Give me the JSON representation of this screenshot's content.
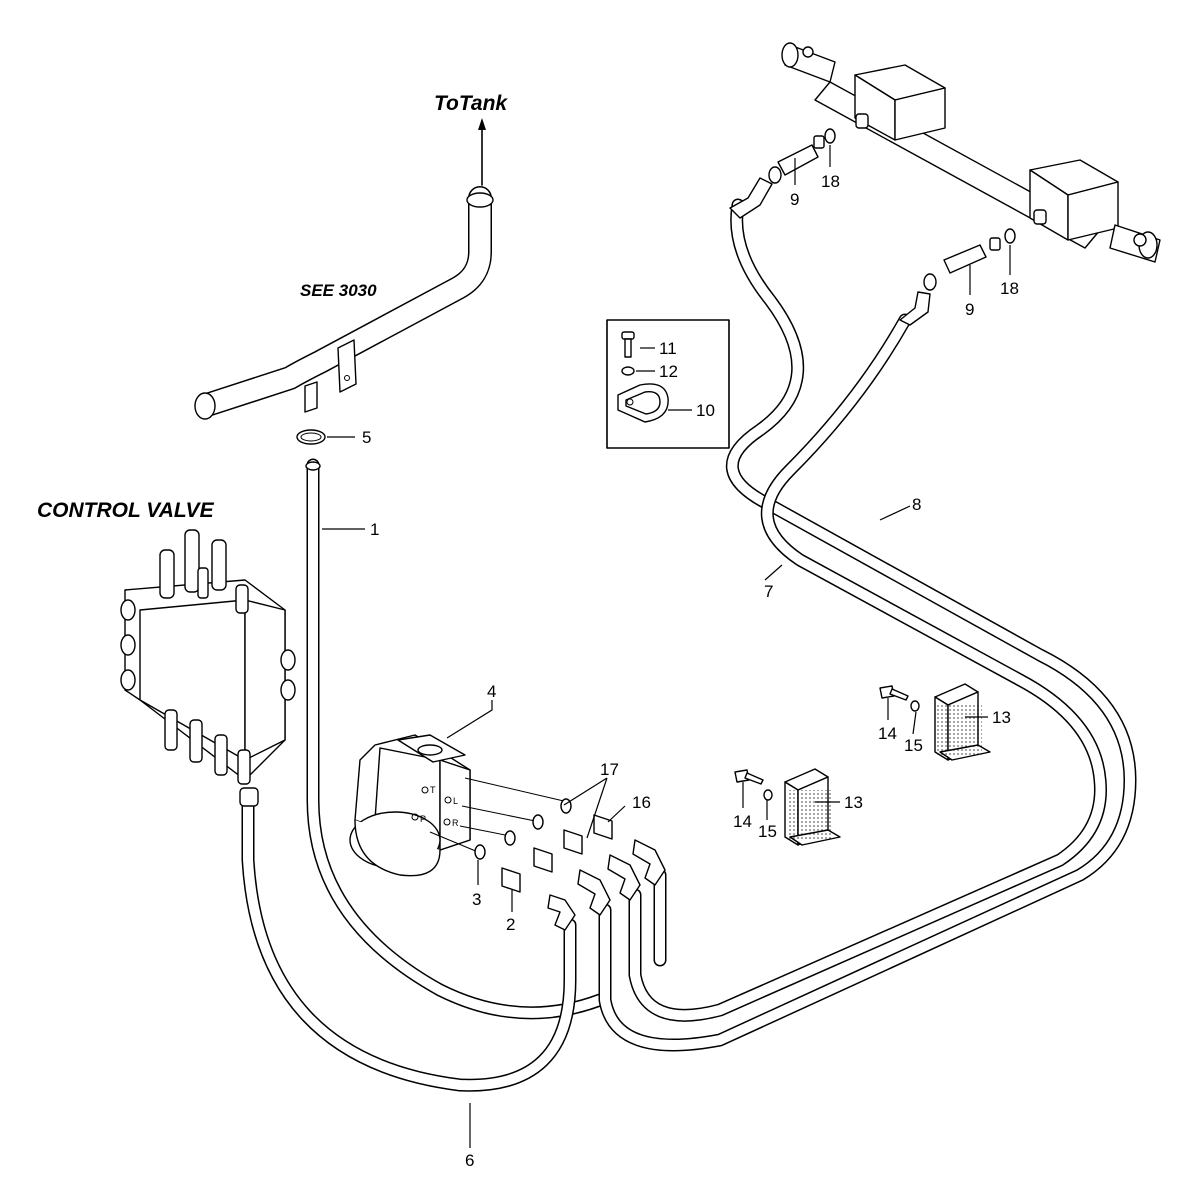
{
  "labels": {
    "to_tank": "ToTank",
    "see_ref": "SEE 3030",
    "control_valve": "CONTROL VALVE"
  },
  "ports": {
    "t": "T",
    "l": "L",
    "p": "P",
    "r": "R"
  },
  "callouts": {
    "c1": "1",
    "c2": "2",
    "c3": "3",
    "c4": "4",
    "c5": "5",
    "c6": "6",
    "c7": "7",
    "c8": "8",
    "c9a": "9",
    "c9b": "9",
    "c10": "10",
    "c11": "11",
    "c12": "12",
    "c13a": "13",
    "c13b": "13",
    "c14a": "14",
    "c14b": "14",
    "c15a": "15",
    "c15b": "15",
    "c16": "16",
    "c17": "17",
    "c18a": "18",
    "c18b": "18"
  }
}
